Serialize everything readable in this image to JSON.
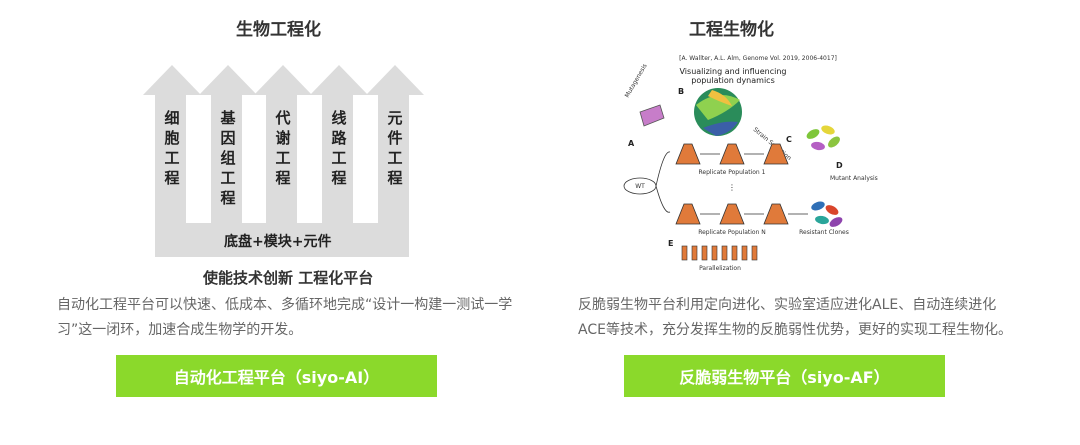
{
  "left": {
    "title": "生物工程化",
    "arrows": [
      "细胞工程",
      "基因组工程",
      "代谢工程",
      "线路工程",
      "元件工程"
    ],
    "base_label": "底盘+模块+元件",
    "subtitle": "使能技术创新 工程化平台",
    "description_line1": "自动化工程平台可以快速、低成本、多循环地完成“设计一构建一测试一学",
    "description_line2": "习”这一闭环，加速合成生物学的开发。",
    "button_label": "自动化工程平台（siyo-AI）",
    "colors": {
      "arrow": "#dcdcdc",
      "button": "#8bd92b"
    }
  },
  "right": {
    "title": "工程生物化",
    "figure": {
      "citation": "[A. Wallter, A.L. Alm, Genome Vol. 2019, 2006-4017]",
      "heading_line1": "Visualizing and influencing",
      "heading_line2": "population dynamics",
      "label_a": "A",
      "label_b": "B",
      "label_c": "C",
      "label_d": "D",
      "label_e": "E",
      "mutagenesis": "Mutagenesis",
      "strain_selection": "Strain Selection",
      "wt": "WT",
      "replicate_1": "Replicate Population 1",
      "replicate_n": "Replicate Population N",
      "mutant_analysis": "Mutant Analysis",
      "resistant_clones": "Resistant Clones",
      "parallelization": "Parallelization"
    },
    "description_line1": "反脆弱生物平台利用定向进化、实验室适应进化ALE、自动连续进化",
    "description_line2": "ACE等技术，充分发挥生物的反脆弱性优势，更好的实现工程生物化。",
    "button_label": "反脆弱生物平台（siyo-AF）",
    "colors": {
      "flask": "#e07a3a",
      "button": "#8bd92b"
    }
  }
}
